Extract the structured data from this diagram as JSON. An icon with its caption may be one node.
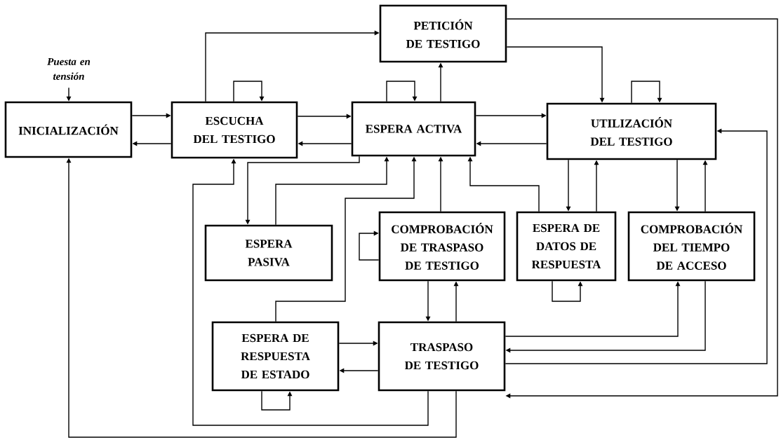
{
  "diagram": {
    "nodes": [
      {
        "text": [
          "Puesta en tensión"
        ]
      },
      {
        "text": [
          "INICIALIZACIÓN"
        ]
      },
      {
        "text": [
          "ESCUCHA DEL TESTIGO"
        ]
      },
      {
        "text": [
          "ESPERA ACTIVA"
        ]
      },
      {
        "text": [
          "PETICIÓN DE TESTIGO"
        ]
      },
      {
        "text": [
          "UTILIZACIÓN DEL TESTIGO"
        ]
      },
      {
        "text": [
          "ESPERA PASIVA"
        ]
      },
      {
        "text": [
          "COMPROBACIÓN DE TRASPASO DE TESTIGO"
        ]
      },
      {
        "text": [
          "ESPERA DE DATOS DE RESPUESTA"
        ]
      },
      {
        "text": [
          "COMPROBACIÓN DEL TIEMPO DE ACCESO"
        ]
      },
      {
        "text": [
          "ESPERA DE RESPUESTA DE ESTADO"
        ]
      },
      {
        "text": [
          "TRASPASO DE TESTIGO"
        ]
      }
    ],
    "edges": [
      {
        "from": 0,
        "to": 1,
        "arrow": "to"
      },
      {
        "from": 1,
        "to": 2,
        "arrow": "to"
      },
      {
        "from": 2,
        "to": 1,
        "arrow": "to"
      },
      {
        "from": 2,
        "to": 2,
        "arrow": "to"
      },
      {
        "from": 2,
        "to": 4,
        "arrow": "to"
      },
      {
        "from": 2,
        "to": 3,
        "arrow": "to"
      },
      {
        "from": 3,
        "to": 2,
        "arrow": "to"
      },
      {
        "from": 3,
        "to": 3,
        "arrow": "to"
      },
      {
        "from": 3,
        "to": 4,
        "arrow": "to"
      },
      {
        "from": 3,
        "to": 5,
        "arrow": "to"
      },
      {
        "from": 5,
        "to": 3,
        "arrow": "to"
      },
      {
        "from": 4,
        "to": 5,
        "arrow": "to"
      },
      {
        "from": 5,
        "to": 5,
        "arrow": "to"
      },
      {
        "from": 4,
        "to": 11,
        "arrow": "to"
      },
      {
        "from": 5,
        "to": 8,
        "arrow": "to"
      },
      {
        "from": 8,
        "to": 5,
        "arrow": "to"
      },
      {
        "from": 5,
        "to": 9,
        "arrow": "to"
      },
      {
        "from": 9,
        "to": 5,
        "arrow": "to"
      },
      {
        "from": 11,
        "to": 5,
        "arrow": "to"
      },
      {
        "from": 11,
        "to": 9,
        "arrow": "to"
      },
      {
        "from": 9,
        "to": 11,
        "arrow": "to"
      },
      {
        "from": 8,
        "to": 8,
        "arrow": "to"
      },
      {
        "from": 8,
        "to": 3,
        "arrow": "to"
      },
      {
        "from": 7,
        "to": 3,
        "arrow": "to"
      },
      {
        "from": 7,
        "to": 7,
        "arrow": "to"
      },
      {
        "from": 7,
        "to": 11,
        "arrow": "to"
      },
      {
        "from": 11,
        "to": 7,
        "arrow": "to"
      },
      {
        "from": 10,
        "to": 11,
        "arrow": "to"
      },
      {
        "from": 11,
        "to": 10,
        "arrow": "to"
      },
      {
        "from": 10,
        "to": 10,
        "arrow": "to"
      },
      {
        "from": 3,
        "to": 6,
        "arrow": "to"
      },
      {
        "from": 6,
        "to": 3,
        "arrow": "to"
      },
      {
        "from": 10,
        "to": 3,
        "arrow": "to"
      },
      {
        "from": 11,
        "to": 2,
        "arrow": "to"
      },
      {
        "from": 11,
        "to": 1,
        "arrow": "to"
      }
    ]
  }
}
